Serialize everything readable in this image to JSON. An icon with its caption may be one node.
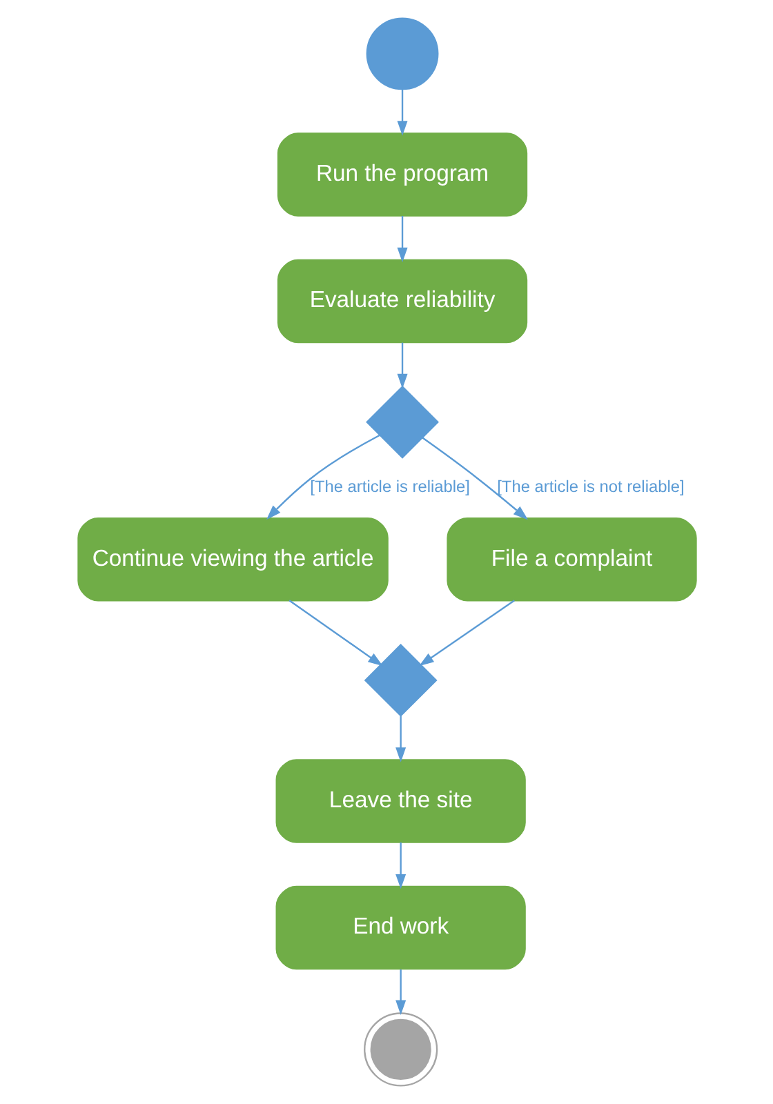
{
  "diagram": {
    "nodes": [
      {
        "text": [],
        "shape": "circle"
      },
      {
        "text": [
          "Run the program"
        ]
      },
      {
        "text": [
          "Evaluate reliability"
        ]
      },
      {
        "text": [],
        "shape": "diamond"
      },
      {
        "text": [
          "Continue viewing the article"
        ]
      },
      {
        "text": [
          "File a complaint"
        ]
      },
      {
        "text": [],
        "shape": "diamond"
      },
      {
        "text": [
          "Leave the site"
        ]
      },
      {
        "text": [
          "End work"
        ]
      },
      {
        "text": [],
        "shape": "circle"
      }
    ],
    "edges": [
      {
        "from": 0,
        "to": 1,
        "arrow": "to"
      },
      {
        "from": 1,
        "to": 2,
        "arrow": "to"
      },
      {
        "from": 2,
        "to": 3,
        "arrow": "to"
      },
      {
        "from": 3,
        "to": 4,
        "arrow": "to",
        "label": "[The article is reliable]"
      },
      {
        "from": 3,
        "to": 5,
        "arrow": "to",
        "label": "[The article is not reliable]"
      },
      {
        "from": 4,
        "to": 6,
        "arrow": "to"
      },
      {
        "from": 5,
        "to": 6,
        "arrow": "to"
      },
      {
        "from": 6,
        "to": 7,
        "arrow": "to"
      },
      {
        "from": 7,
        "to": 8,
        "arrow": "to"
      },
      {
        "from": 8,
        "to": 9,
        "arrow": "to"
      }
    ]
  }
}
